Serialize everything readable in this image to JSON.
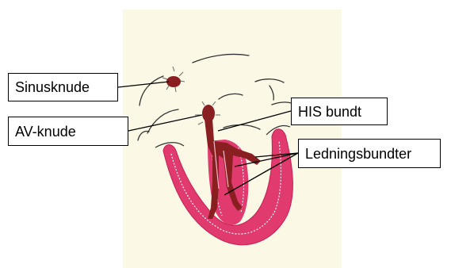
{
  "labels": {
    "sinusknude": "Sinusknude",
    "av_knude": "AV-knude",
    "his_bundt": "HIS bundt",
    "ledningsbundter": "Ledningsbundter"
  },
  "colors": {
    "background_panel": "#fbf8e6",
    "myocardium": "#e13a6e",
    "myocardium_dark": "#c81e54",
    "conduction": "#8a1f22",
    "outline": "#222222"
  }
}
